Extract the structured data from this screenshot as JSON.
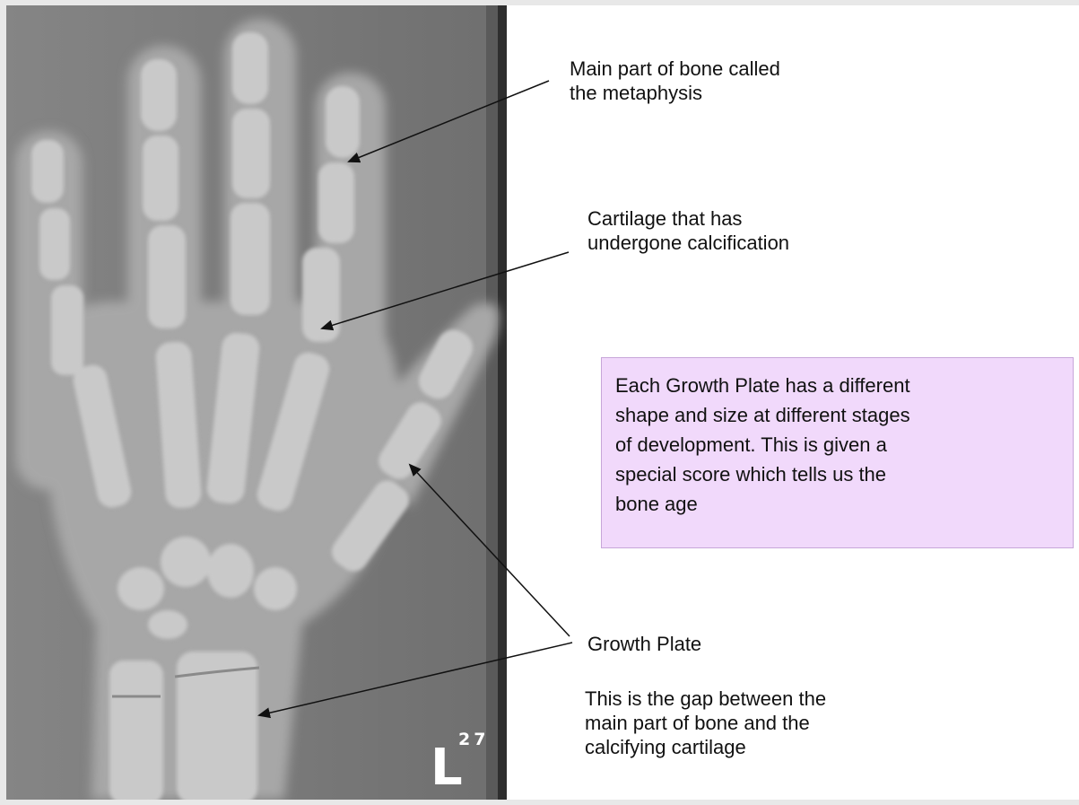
{
  "labels": {
    "metaphysis": "Main part of bone called\nthe metaphysis",
    "calcification": "Cartilage that has\nundergone calcification",
    "growth_plate": "Growth Plate",
    "gap_description": "This is the gap between the\nmain part of bone and the\ncalcifying cartilage"
  },
  "callout": {
    "text": "Each Growth Plate has a different\nshape and size at different stages\nof development. This is given a\nspecial score which tells us the\nbone age"
  },
  "xray_markers": {
    "side": "L",
    "number": "27"
  },
  "colors": {
    "callout_fill": "#f1d9fb",
    "callout_border": "#c7a6d9",
    "arrow": "#111111",
    "xray_background": "#7a7a7a"
  }
}
